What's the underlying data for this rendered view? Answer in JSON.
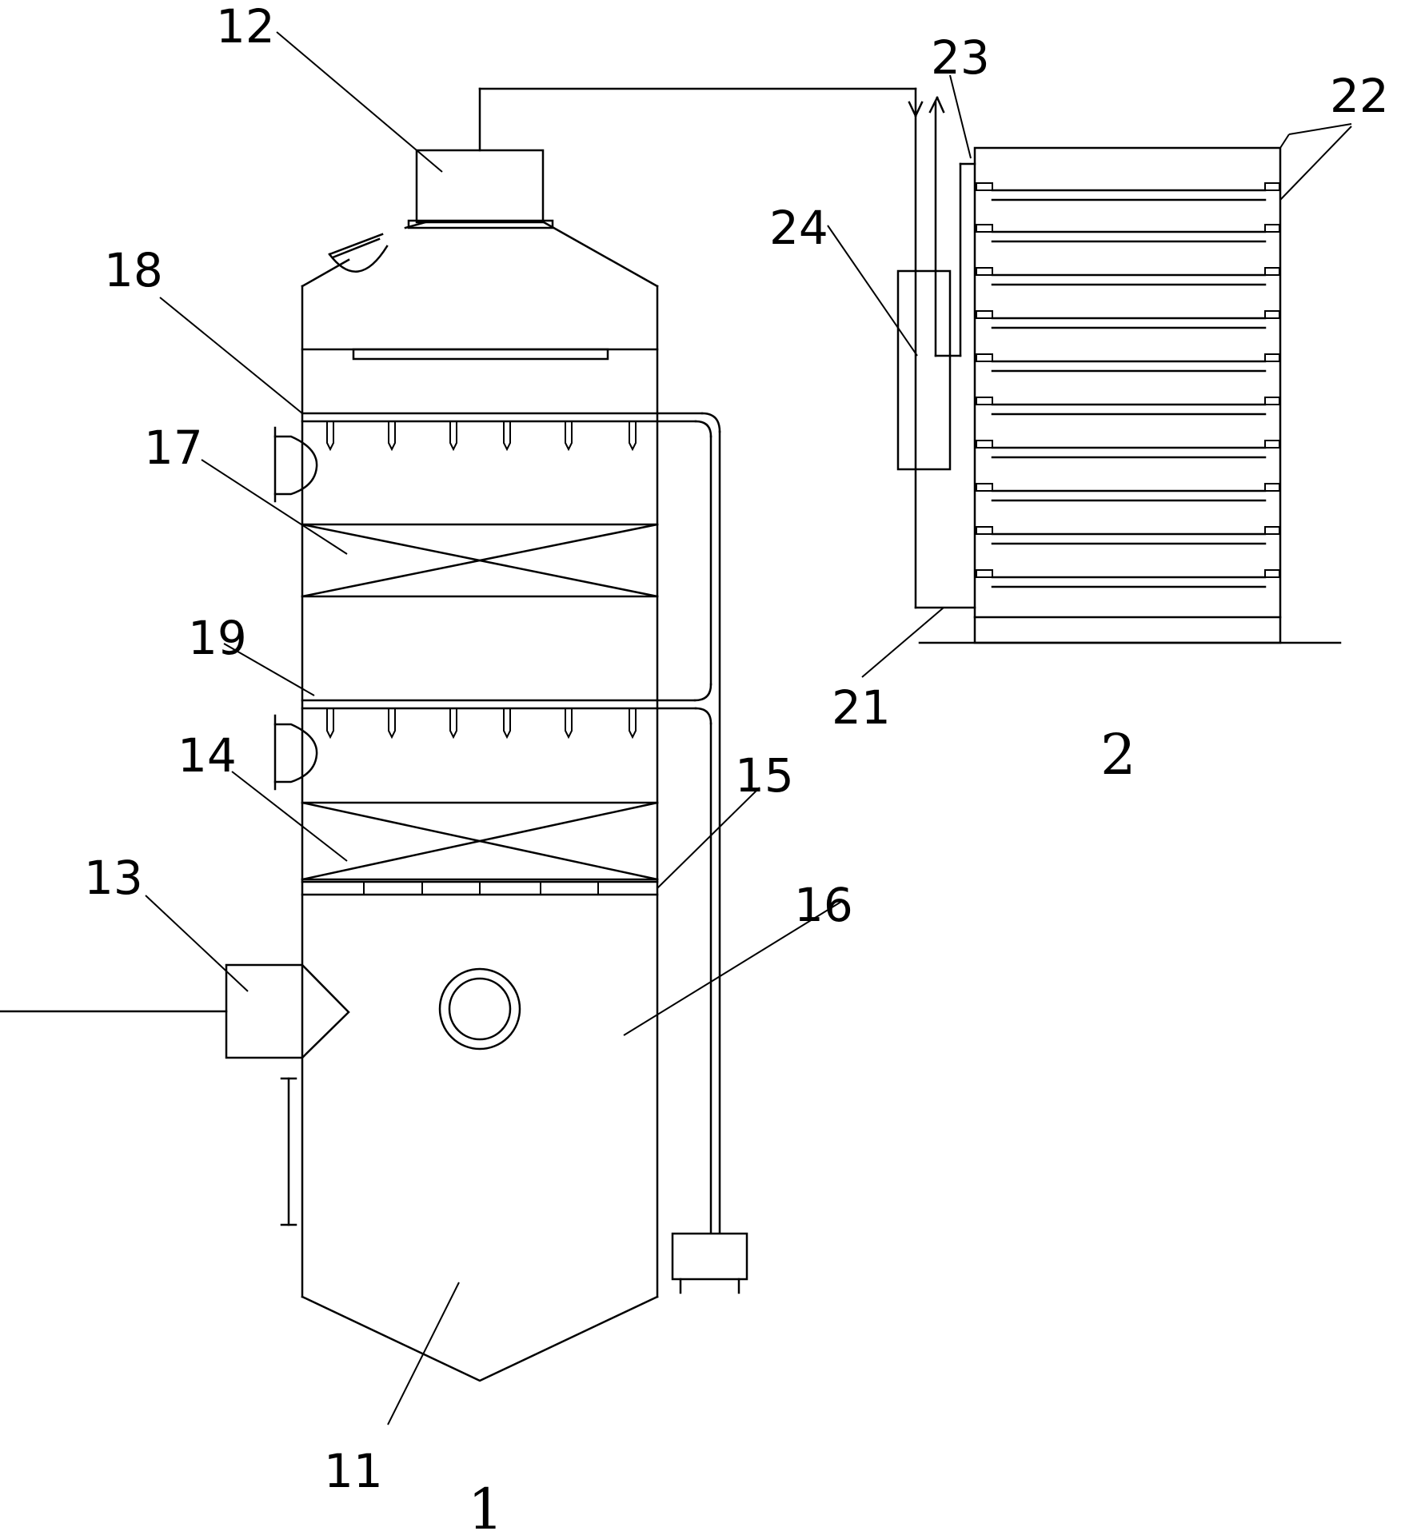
{
  "labels": {
    "l11": "11",
    "l12": "12",
    "l13": "13",
    "l14": "14",
    "l15": "15",
    "l16": "16",
    "l17": "17",
    "l18": "18",
    "l19": "19",
    "l21": "21",
    "l22": "22",
    "l23": "23",
    "l24": "24",
    "unit1": "1",
    "unit2": "2"
  }
}
